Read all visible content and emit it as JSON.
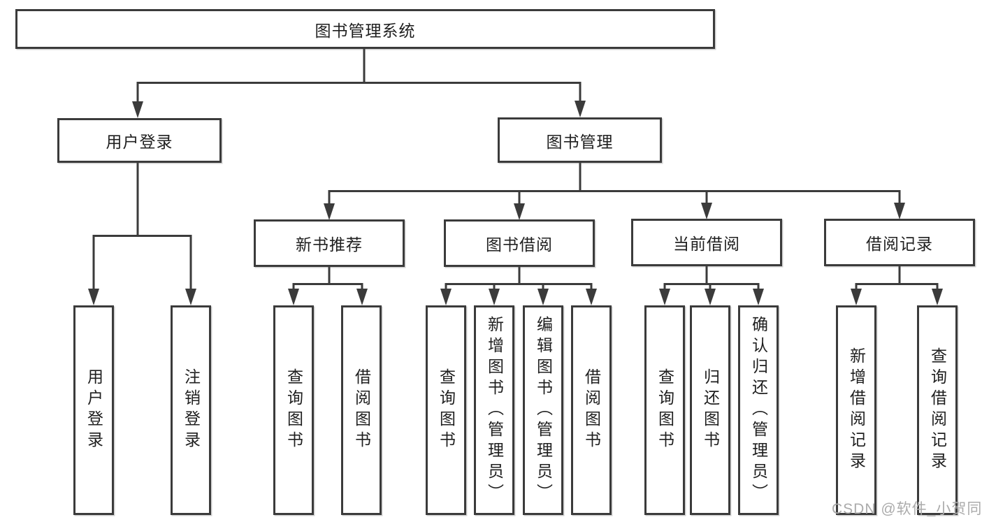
{
  "diagram": {
    "title": "图书管理系统",
    "watermark": "CSDN @软件_小贺同学",
    "colors": {
      "line": "#3b3b3b",
      "text": "#1f1f1f",
      "watermark": "#ababab",
      "background": "#ffffff"
    },
    "root": {
      "label": "图书管理系统"
    },
    "branches": [
      {
        "label": "用户登录",
        "leaves": [
          {
            "label": "用户登录"
          },
          {
            "label": "注销登录"
          }
        ]
      },
      {
        "label": "图书管理",
        "groups": [
          {
            "label": "新书推荐",
            "leaves": [
              {
                "label": "查询图书"
              },
              {
                "label": "借阅图书"
              }
            ]
          },
          {
            "label": "图书借阅",
            "leaves": [
              {
                "label": "查询图书"
              },
              {
                "label": "新增图书（管理员）"
              },
              {
                "label": "编辑图书（管理员）"
              },
              {
                "label": "借阅图书"
              }
            ]
          },
          {
            "label": "当前借阅",
            "leaves": [
              {
                "label": "查询图书"
              },
              {
                "label": "归还图书"
              },
              {
                "label": "确认归还（管理员）"
              }
            ]
          },
          {
            "label": "借阅记录",
            "leaves": [
              {
                "label": "新增借阅记录"
              },
              {
                "label": "查询借阅记录"
              }
            ]
          }
        ]
      }
    ]
  }
}
